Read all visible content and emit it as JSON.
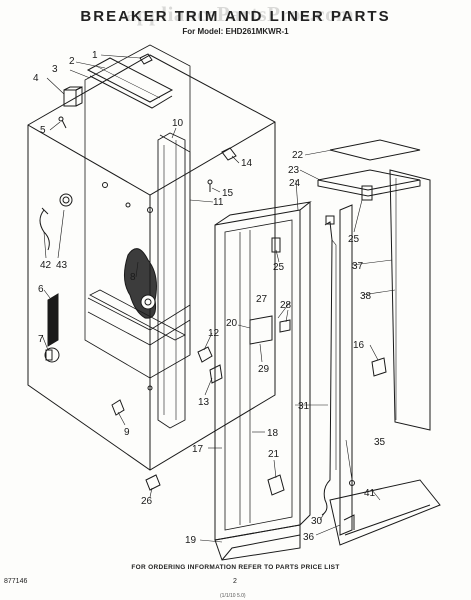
{
  "header": {
    "title": "BREAKER TRIM AND LINER PARTS",
    "subtitle": "For Model: EHD261MKWR-1",
    "watermark": "appliancePartsPros.com"
  },
  "colors": {
    "ink": "#1a1a1a",
    "paper": "#fdfdfb",
    "watermark": "#999999"
  },
  "callouts": [
    {
      "id": "c1",
      "label": "1"
    },
    {
      "id": "c2",
      "label": "2"
    },
    {
      "id": "c3",
      "label": "3"
    },
    {
      "id": "c4",
      "label": "4"
    },
    {
      "id": "c5",
      "label": "5"
    },
    {
      "id": "c6",
      "label": "6"
    },
    {
      "id": "c7",
      "label": "7"
    },
    {
      "id": "c8",
      "label": "8"
    },
    {
      "id": "c9",
      "label": "9"
    },
    {
      "id": "c10",
      "label": "10"
    },
    {
      "id": "c11",
      "label": "11"
    },
    {
      "id": "c12",
      "label": "12"
    },
    {
      "id": "c13",
      "label": "13"
    },
    {
      "id": "c14",
      "label": "14"
    },
    {
      "id": "c15",
      "label": "15"
    },
    {
      "id": "c16",
      "label": "16"
    },
    {
      "id": "c17",
      "label": "17"
    },
    {
      "id": "c18",
      "label": "18"
    },
    {
      "id": "c19",
      "label": "19"
    },
    {
      "id": "c20",
      "label": "20"
    },
    {
      "id": "c21",
      "label": "21"
    },
    {
      "id": "c22",
      "label": "22"
    },
    {
      "id": "c23",
      "label": "23"
    },
    {
      "id": "c24",
      "label": "24"
    },
    {
      "id": "c25a",
      "label": "25"
    },
    {
      "id": "c25b",
      "label": "25"
    },
    {
      "id": "c26",
      "label": "26"
    },
    {
      "id": "c27",
      "label": "27"
    },
    {
      "id": "c28",
      "label": "28"
    },
    {
      "id": "c29",
      "label": "29"
    },
    {
      "id": "c30",
      "label": "30"
    },
    {
      "id": "c31",
      "label": "31"
    },
    {
      "id": "c35",
      "label": "35"
    },
    {
      "id": "c36",
      "label": "36"
    },
    {
      "id": "c37",
      "label": "37"
    },
    {
      "id": "c38",
      "label": "38"
    },
    {
      "id": "c41",
      "label": "41"
    },
    {
      "id": "c42",
      "label": "42"
    },
    {
      "id": "c43",
      "label": "43"
    }
  ],
  "footer": {
    "ordering_note": "FOR ORDERING INFORMATION REFER TO PARTS PRICE LIST",
    "document_number": "877146",
    "page_number": "2",
    "bottom_fragment": "(1/1/10 5.0)"
  }
}
